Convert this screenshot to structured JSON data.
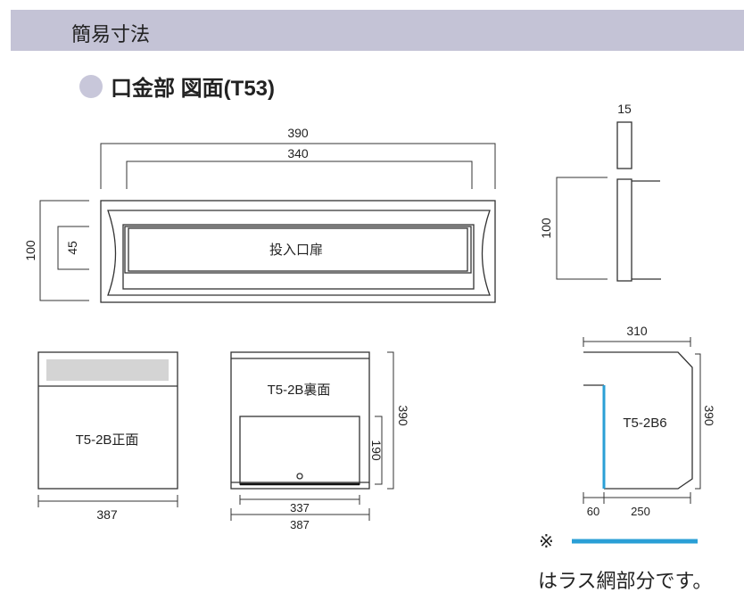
{
  "header": {
    "title": "簡易寸法",
    "bar_color": "#c4c3d6"
  },
  "section": {
    "title": "口金部 図面(T53)",
    "bullet_color": "#c8c7da"
  },
  "slot_front": {
    "label": "投入口扉",
    "dim_width_outer": "390",
    "dim_width_inner": "340",
    "dim_height_outer": "100",
    "dim_height_inner": "45"
  },
  "slot_side": {
    "dim_thickness": "15",
    "dim_height": "100"
  },
  "box_front": {
    "label": "T5-2B正面",
    "dim_width": "387"
  },
  "box_back": {
    "label": "T5-2B裏面",
    "dim_height": "390",
    "dim_door_height": "190",
    "dim_door_width": "337",
    "dim_width": "387"
  },
  "box_side": {
    "label": "T5-2B6",
    "dim_depth": "310",
    "dim_height": "390",
    "dim_left": "60",
    "dim_right": "250"
  },
  "legend": {
    "mark": "※",
    "text": "はラス網部分です。",
    "mesh_color": "#2a9fd6"
  }
}
